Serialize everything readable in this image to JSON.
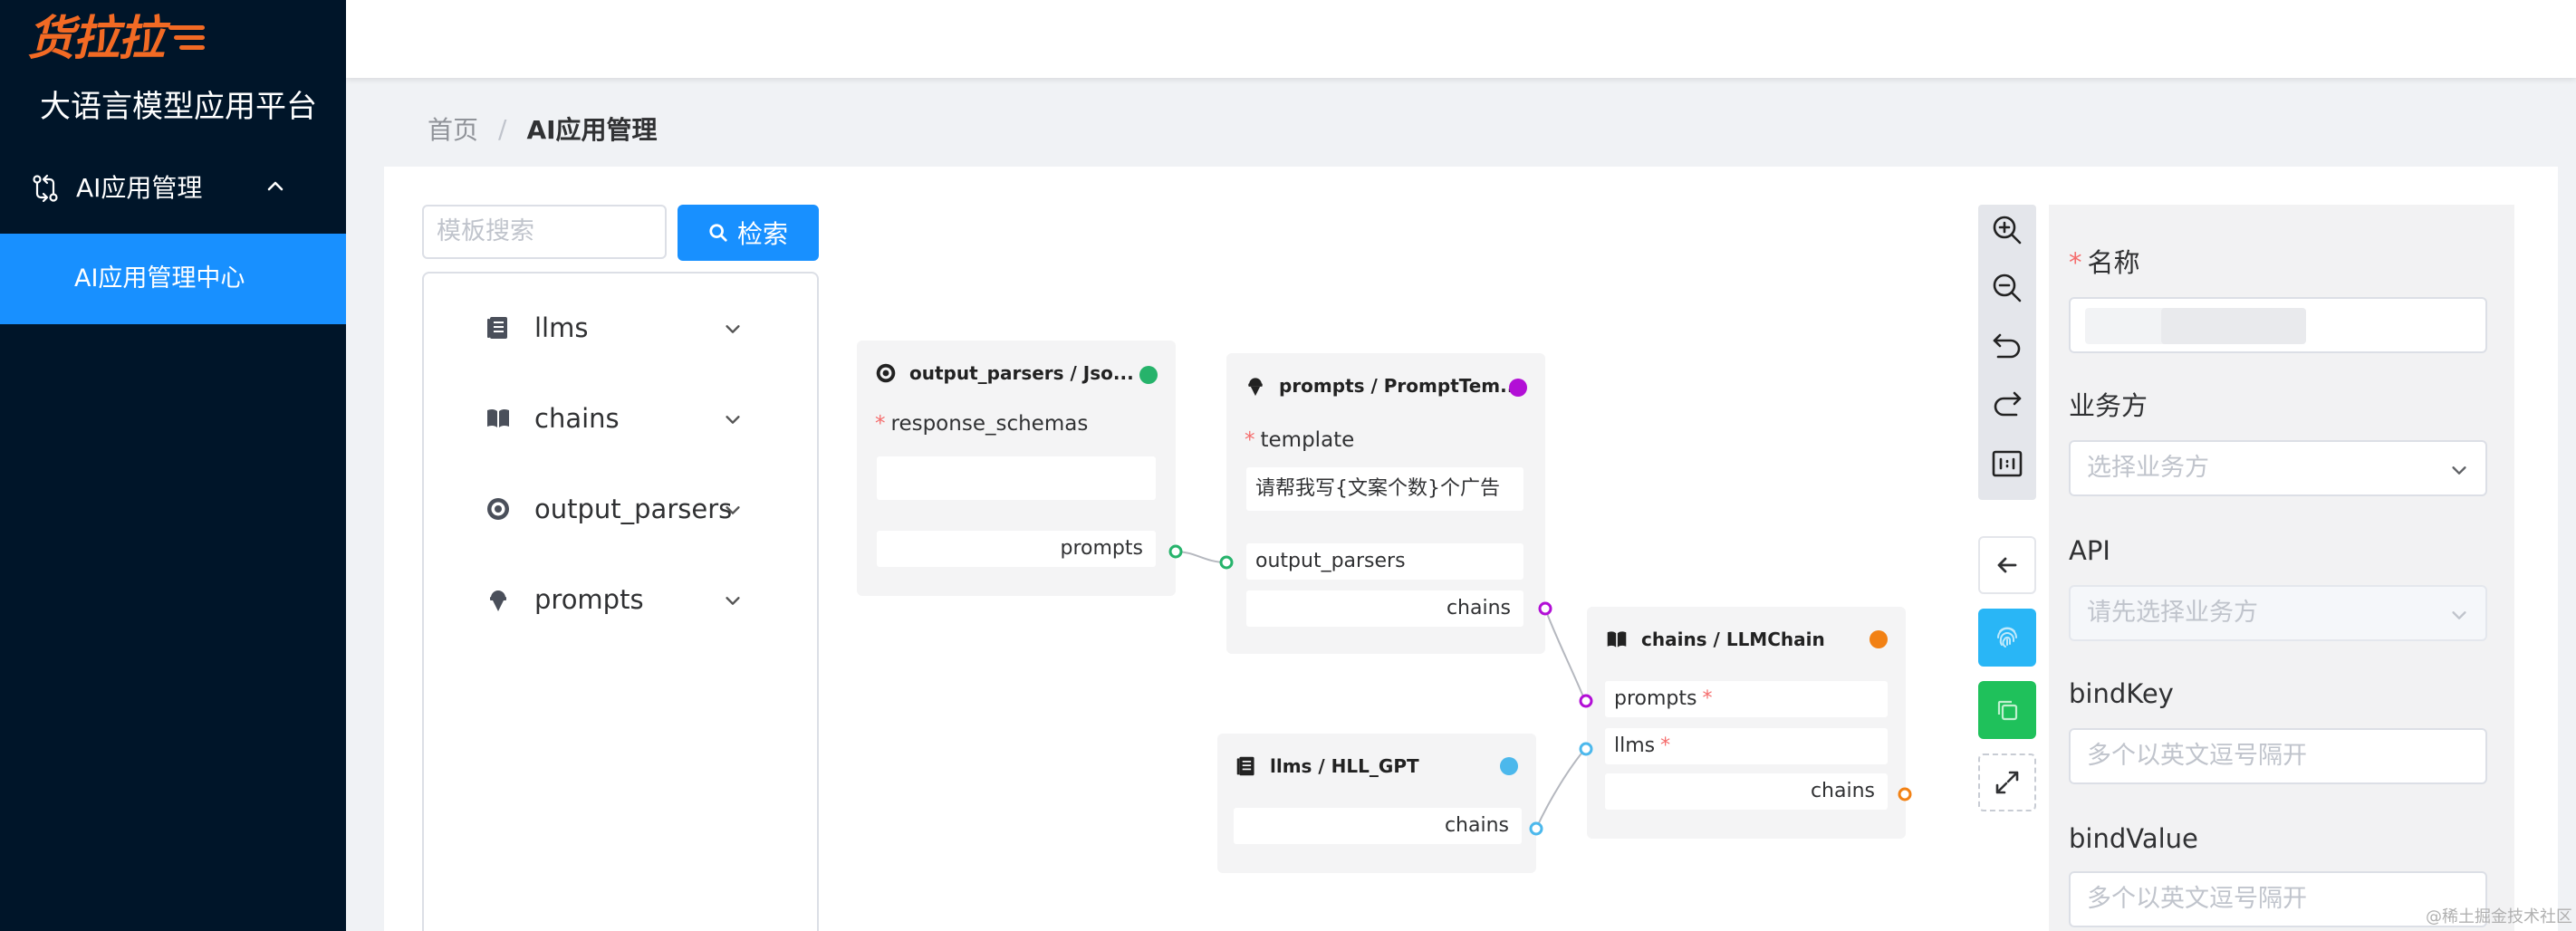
{
  "brand": {
    "logo_text": "货拉拉",
    "platform_title": "大语言模型应用平台",
    "logo_color": "#f26a24"
  },
  "sidebar": {
    "group": {
      "label": "AI应用管理",
      "icon": "flow-switch-icon"
    },
    "items": [
      {
        "label": "AI应用管理中心",
        "active": true
      }
    ],
    "bg_color": "#001529",
    "active_color": "#1890ff"
  },
  "breadcrumb": {
    "home": "首页",
    "separator": "/",
    "current": "AI应用管理"
  },
  "search": {
    "placeholder": "模板搜索",
    "button_label": "检索",
    "button_icon": "search-icon"
  },
  "tree": [
    {
      "label": "llms",
      "icon": "document-icon"
    },
    {
      "label": "chains",
      "icon": "book-icon"
    },
    {
      "label": "output_parsers",
      "icon": "target-icon"
    },
    {
      "label": "prompts",
      "icon": "ice-cream-icon"
    }
  ],
  "nodes": {
    "output_parser": {
      "title": "output_parsers / Jso...",
      "dot_color": "#26b36b",
      "field_label": "response_schemas",
      "field_value": "",
      "output": "prompts"
    },
    "prompt": {
      "title": "prompts / PromptTem...",
      "dot_color": "#b20fd6",
      "field_label": "template",
      "field_value": "请帮我写{文案个数}个广告",
      "input": "output_parsers",
      "output": "chains"
    },
    "llm": {
      "title": "llms / HLL_GPT",
      "dot_color": "#4cb8ec",
      "output": "chains"
    },
    "chain": {
      "title": "chains / LLMChain",
      "dot_color": "#f28114",
      "inputs": [
        "prompts",
        "llms"
      ],
      "output": "chains"
    }
  },
  "toolbar": {
    "tools": [
      "zoom-in-icon",
      "zoom-out-icon",
      "undo-icon",
      "redo-icon",
      "fit-view-icon"
    ],
    "actions": [
      "back-arrow-icon",
      "fingerprint-icon",
      "copy-icon",
      "expand-icon"
    ],
    "fingerprint_color": "#29b6f6",
    "copy_color": "#1fc15b"
  },
  "form": {
    "name_label": "名称",
    "name_value": "",
    "business_label": "业务方",
    "business_placeholder": "选择业务方",
    "api_label": "API",
    "api_placeholder": "请先选择业务方",
    "bindkey_label": "bindKey",
    "bindkey_placeholder": "多个以英文逗号隔开",
    "bindvalue_label": "bindValue",
    "bindvalue_placeholder": "多个以英文逗号隔开"
  },
  "watermark": "@稀土掘金技术社区"
}
